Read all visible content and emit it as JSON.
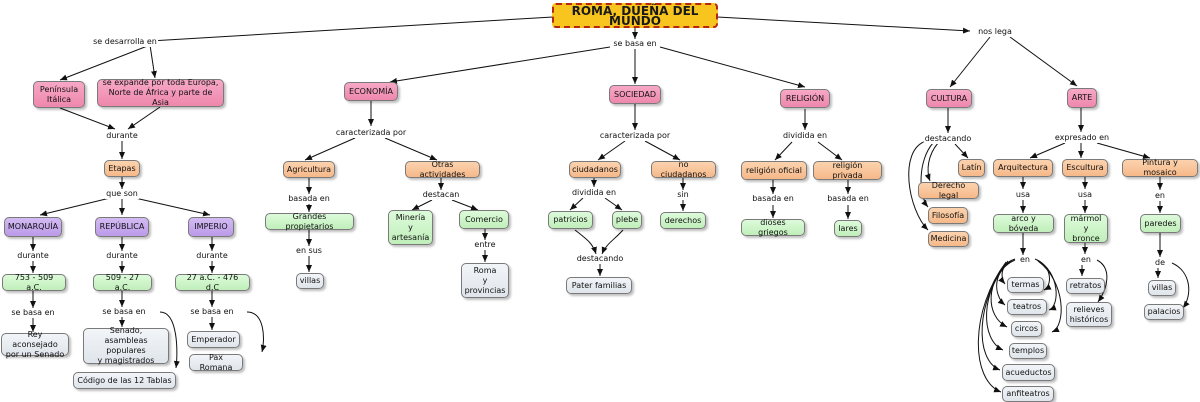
{
  "root": "ROMA, DUEÑA DEL MUNDO",
  "nodes": {
    "peninsula": "Península\nItálica",
    "expande": "se expande por toda Europa,\nNorte de África y parte de Asia",
    "etapas": "Etapas",
    "monarquia": "MONARQUÍA",
    "republica": "REPÚBLICA",
    "imperio": "IMPERIO",
    "fecha_mon": "753 - 509 a.C.",
    "fecha_rep": "509 - 27 a.C.",
    "fecha_imp": "27 a.C. - 476 d.C",
    "rey": "Rey aconsejado\npor un Senado",
    "senado": "Senado,\nasambleas populares\ny magistrados",
    "codigo": "Código de las 12 Tablas",
    "emperador": "Emperador",
    "pax": "Pax Romana",
    "economia": "ECONOMÍA",
    "agricultura": "Agricultura",
    "otras": "Otras actividades",
    "grandes": "Grandes propietarios",
    "villas": "villas",
    "mineria": "Minería\ny\nartesanía",
    "comercio": "Comercio",
    "roma_prov": "Roma\ny\nprovincias",
    "sociedad": "SOCIEDAD",
    "ciudadanos": "ciudadanos",
    "no_ciudadanos": "no ciudadanos",
    "patricios": "patricios",
    "plebe": "plebe",
    "derechos": "derechos",
    "pater": "Pater familias",
    "religion": "RELIGIÓN",
    "rel_oficial": "religión oficial",
    "rel_privada": "religión privada",
    "dioses": "dioses griegos",
    "lares": "lares",
    "cultura": "CULTURA",
    "latin": "Latín",
    "derecho": "Derecho legal",
    "filosofia": "Filosofía",
    "medicina": "Medicina",
    "arte": "ARTE",
    "arquitectura": "Arquitectura",
    "escultura": "Escultura",
    "pintura": "Pintura y mosaico",
    "arco": "arco y bóveda",
    "marmol": "mármol y\nbronce",
    "paredes": "paredes",
    "termas": "termas",
    "teatros": "teatros",
    "circos": "circos",
    "templos": "templos",
    "acueductos": "acueductos",
    "anfiteatros": "anfiteatros",
    "retratos": "retratos",
    "relieves": "relieves\nhistóricos",
    "villas2": "villas",
    "palacios": "palacios"
  },
  "links": {
    "se_desarrolla_en": "se desarrolla en",
    "se_basa_en_top": "se basa en",
    "nos_lega": "nos lega",
    "durante_1": "durante",
    "que_son": "que son",
    "durante_mon": "durante",
    "durante_rep": "durante",
    "durante_imp": "durante",
    "se_basa_mon": "se basa en",
    "se_basa_rep": "se basa en",
    "se_basa_imp": "se basa en",
    "caract_eco": "caracterizada por",
    "basada_en_agr": "basada en",
    "en_sus": "en sus",
    "destacan": "destacan",
    "entre": "entre",
    "caract_soc": "caracterizada por",
    "dividida_en_soc": "dividida en",
    "sin": "sin",
    "destacando_soc": "destacando",
    "dividida_en_rel": "dividida en",
    "basada_en_of": "basada en",
    "basada_en_pr": "basada en",
    "destacando_cul": "destacando",
    "expresado_en": "expresado en",
    "usa_arq": "usa",
    "usa_esc": "usa",
    "en_pint": "en",
    "en_arq": "en",
    "en_esc": "en",
    "de_pint": "de"
  },
  "colors": {
    "root_fill": "#f8c51f",
    "root_border": "#b5270f",
    "pink": "#ee87ad",
    "orange": "#f6b889",
    "purple": "#bb9ae8",
    "green": "#c0eeba",
    "grey": "#dfe5eb"
  }
}
